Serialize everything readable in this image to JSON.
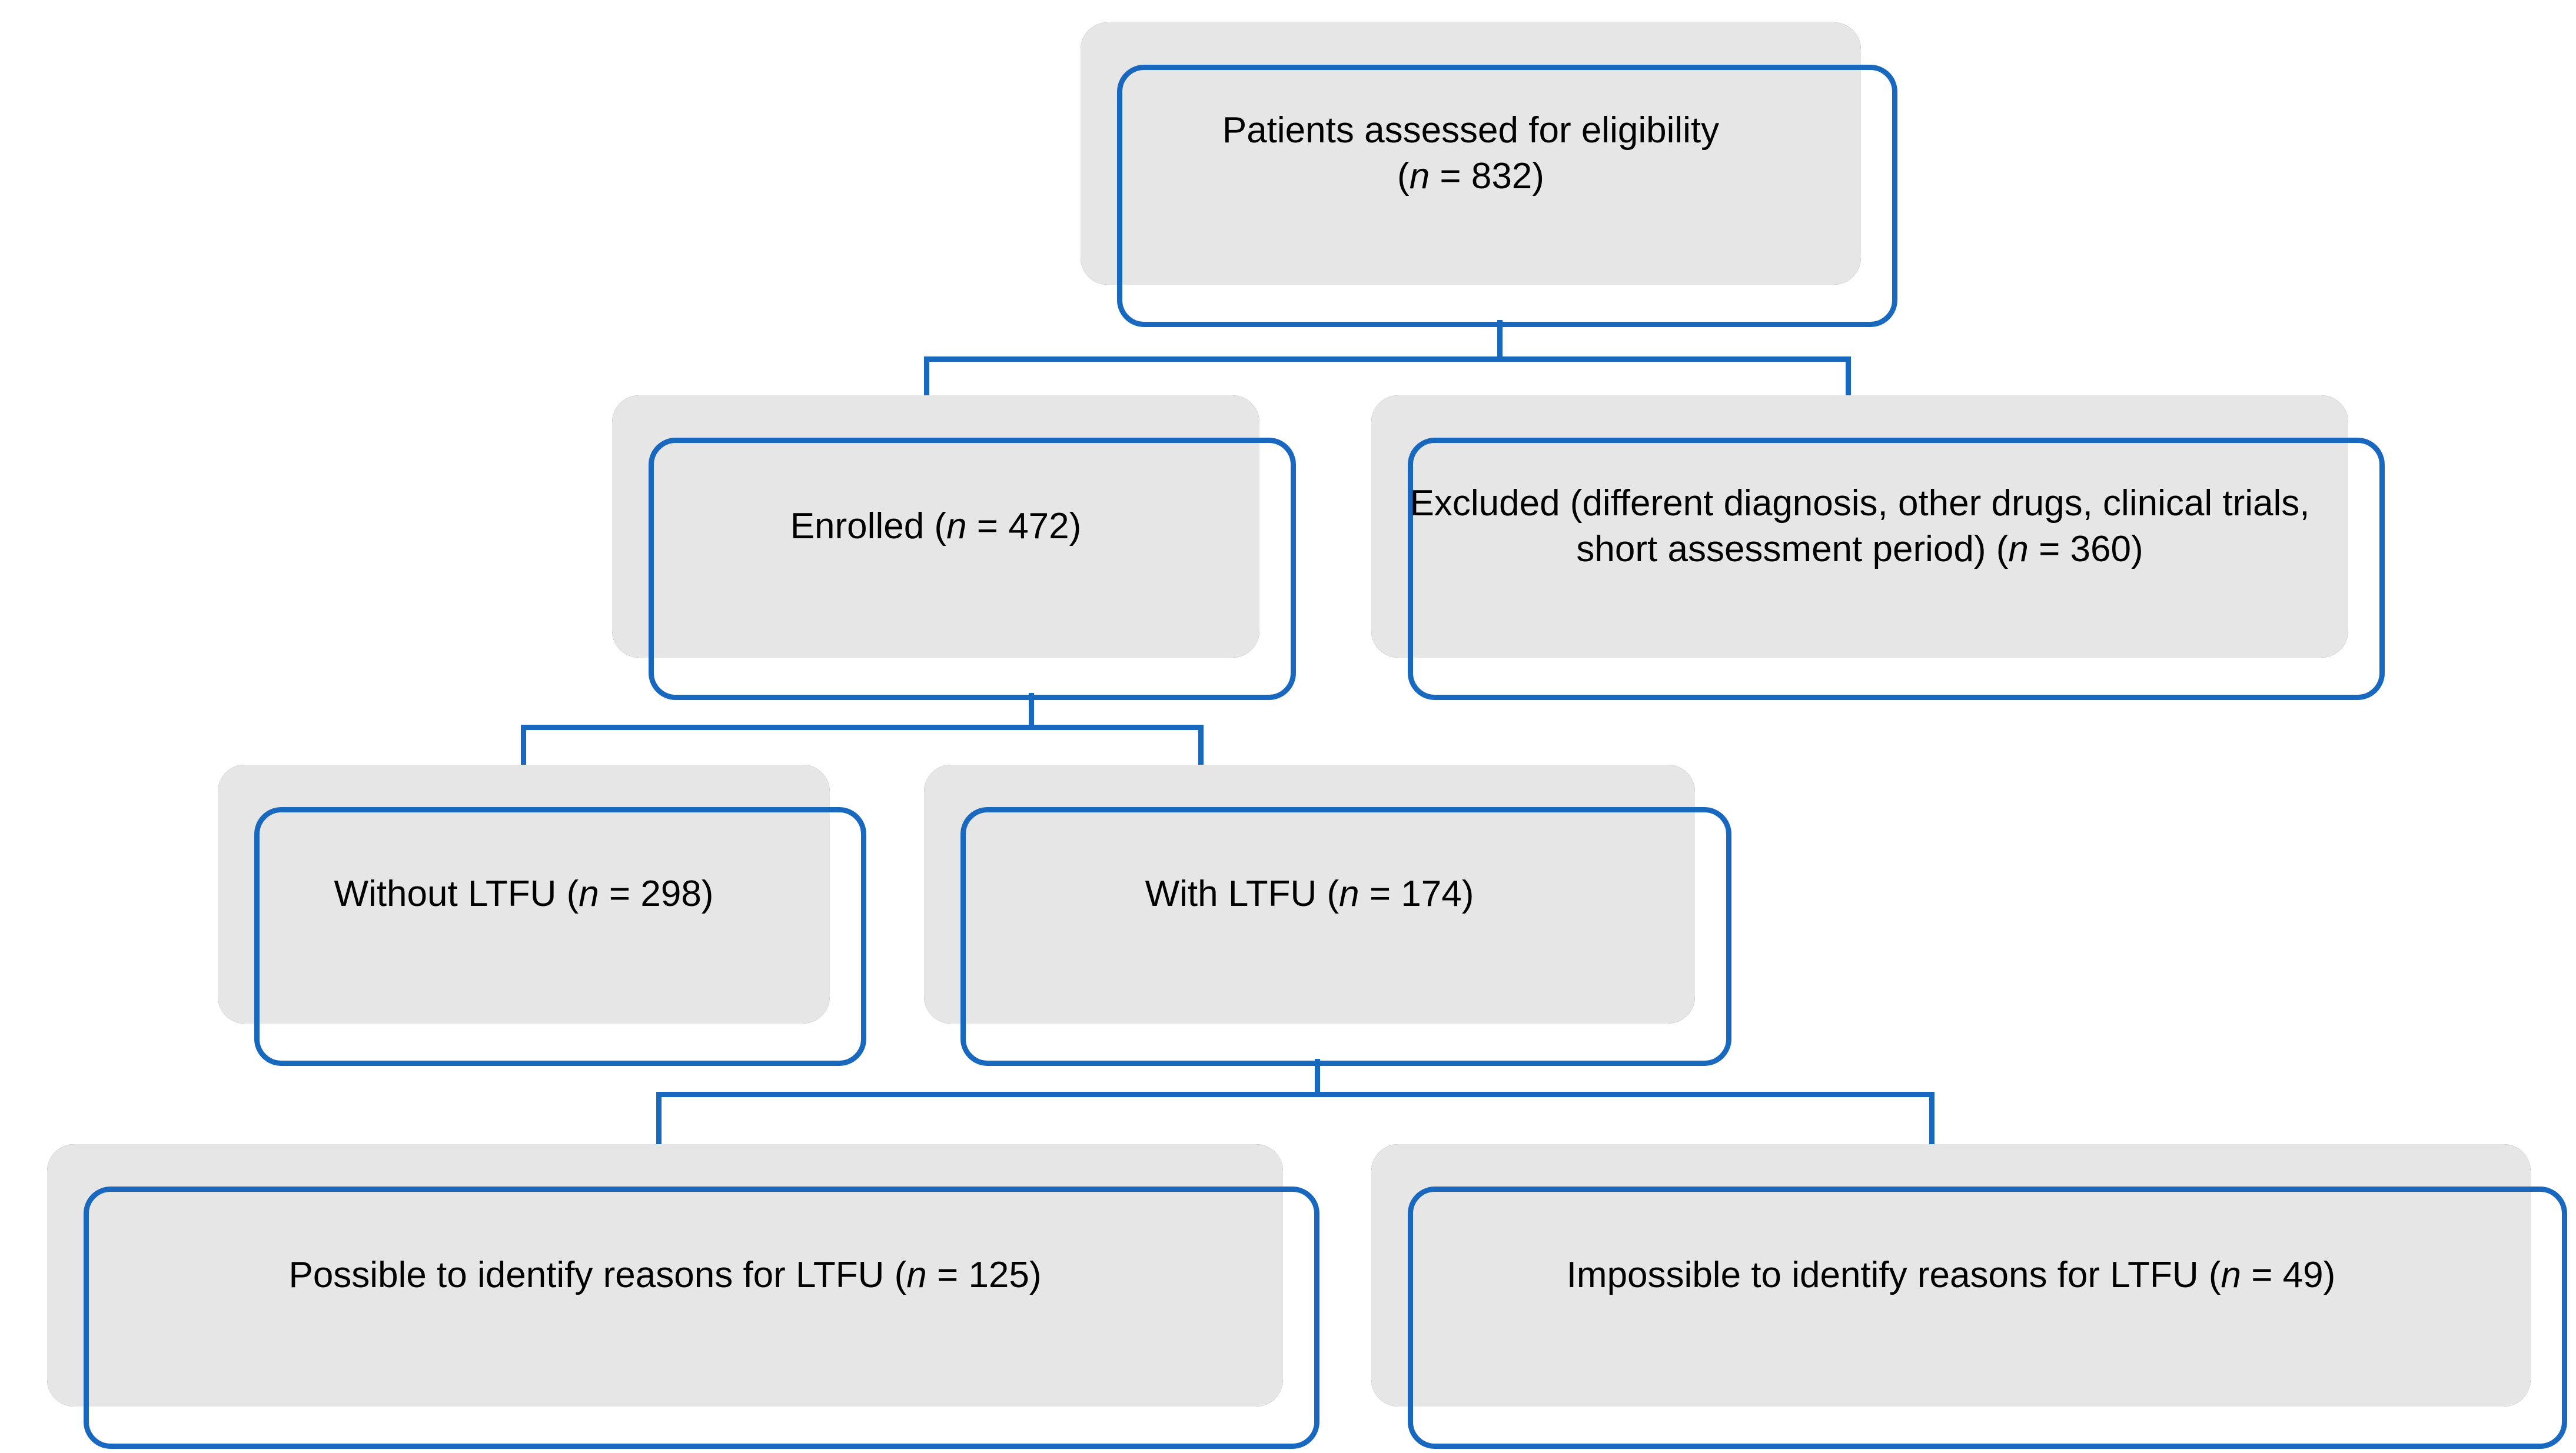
{
  "diagram": {
    "type": "flowchart",
    "title": "Patient enrollment and loss-to-follow-up flow diagram",
    "colors": {
      "accent": "#1768BE",
      "fill": "#E6E6E6",
      "shadow": "#000000",
      "text": "#000000",
      "background": "#FFFFFF"
    },
    "nodes": [
      {
        "id": "assessed",
        "label": "Patients assessed for eligibility\n(n = 832)",
        "line1": "Patients assessed for eligibility",
        "line2_pre": "(",
        "line2_var": "n",
        "line2_post": " = 832)",
        "count": 832,
        "level": 0
      },
      {
        "id": "enrolled",
        "label": "Enrolled (n = 472)",
        "line1_pre": "Enrolled (",
        "line1_var": "n",
        "line1_post": " = 472)",
        "count": 472,
        "level": 1
      },
      {
        "id": "excluded",
        "label": "Excluded (different diagnosis, other drugs, clinical trials, short assessment period) (n = 360)",
        "line1_pre": "Excluded (different diagnosis, other drugs, clinical trials, short assessment period) (",
        "line1_var": "n",
        "line1_post": " = 360)",
        "count": 360,
        "level": 1
      },
      {
        "id": "without-ltfu",
        "label": "Without LTFU (n = 298)",
        "line1_pre": "Without LTFU (",
        "line1_var": "n",
        "line1_post": " = 298)",
        "count": 298,
        "level": 2
      },
      {
        "id": "with-ltfu",
        "label": "With LTFU (n = 174)",
        "line1_pre": "With LTFU (",
        "line1_var": "n",
        "line1_post": " = 174)",
        "count": 174,
        "level": 2
      },
      {
        "id": "possible-reasons",
        "label": "Possible to identify reasons for LTFU (n = 125)",
        "line1_pre": "Possible to identify reasons for LTFU (",
        "line1_var": "n",
        "line1_post": " = 125)",
        "count": 125,
        "level": 3
      },
      {
        "id": "impossible-reasons",
        "label": "Impossible to identify reasons for LTFU (n = 49)",
        "line1_pre": "Impossible to identify reasons for LTFU (",
        "line1_var": "n",
        "line1_post": " = 49)",
        "count": 49,
        "level": 3
      }
    ],
    "edges": [
      {
        "from": "assessed",
        "to": "enrolled"
      },
      {
        "from": "assessed",
        "to": "excluded"
      },
      {
        "from": "enrolled",
        "to": "without-ltfu"
      },
      {
        "from": "enrolled",
        "to": "with-ltfu"
      },
      {
        "from": "with-ltfu",
        "to": "possible-reasons"
      },
      {
        "from": "with-ltfu",
        "to": "impossible-reasons"
      }
    ]
  }
}
